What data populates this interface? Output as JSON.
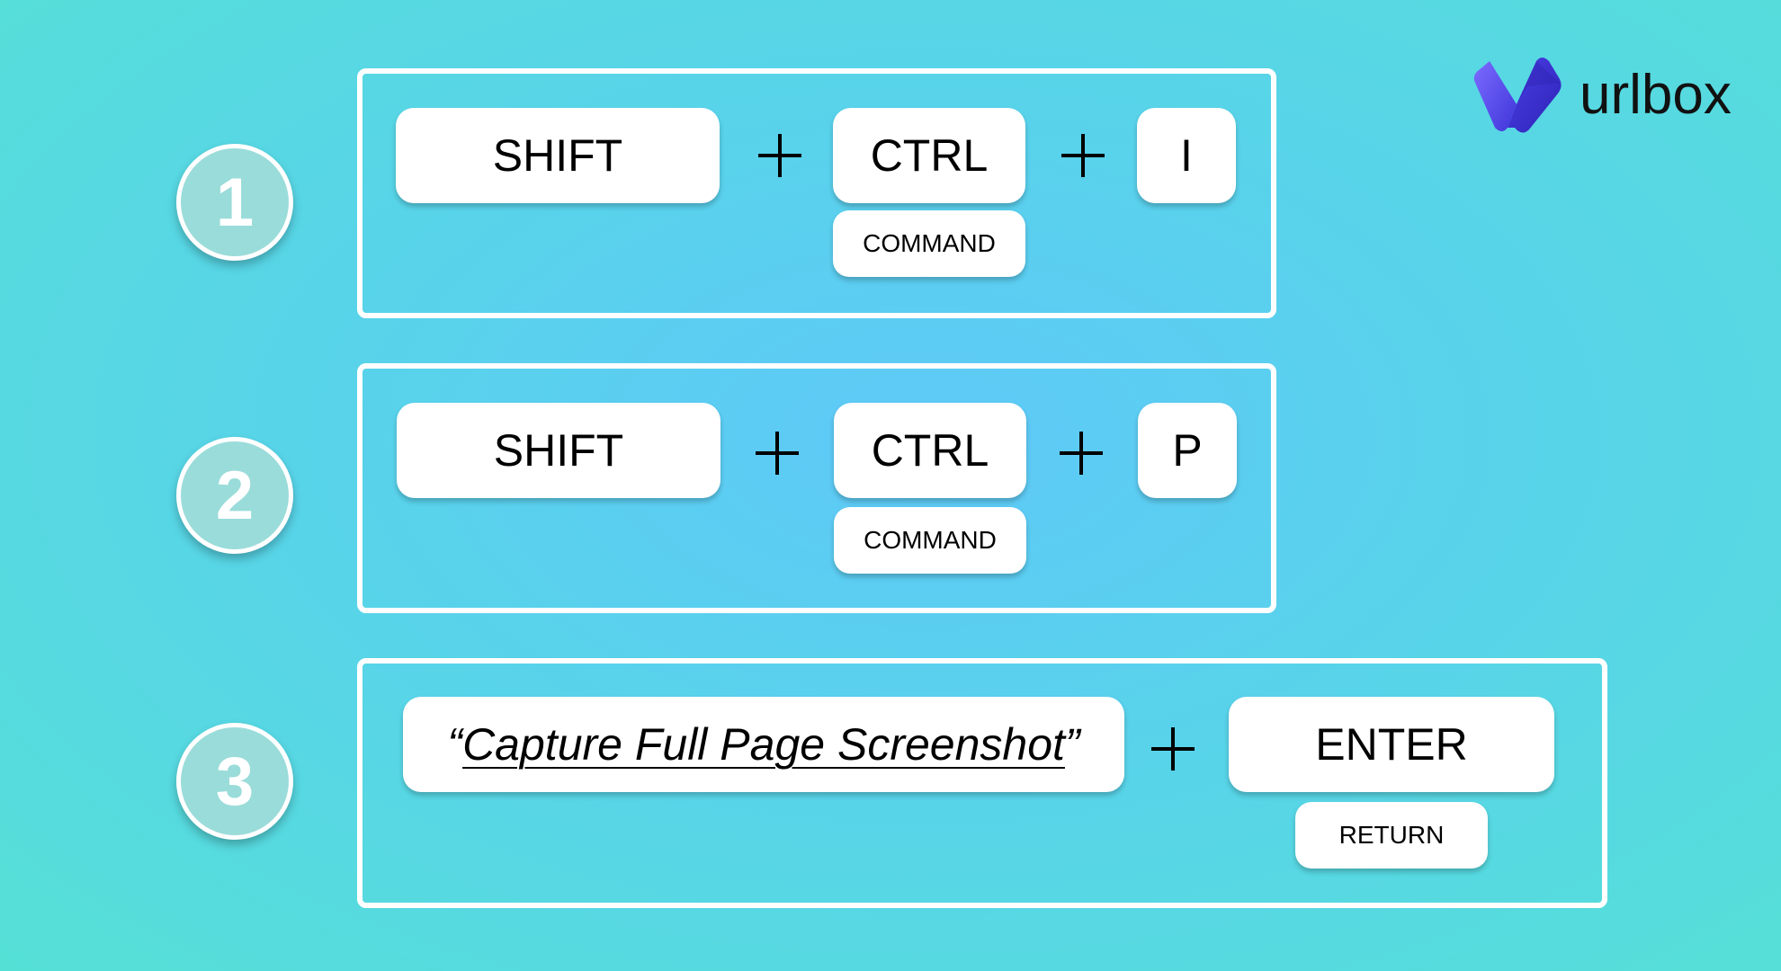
{
  "brand": {
    "name": "urlbox",
    "icon": "urlbox-logo-icon"
  },
  "steps": [
    {
      "number": "1",
      "key1": "SHIFT",
      "key2": "CTRL",
      "key2_alt": "COMMAND",
      "key3": "I"
    },
    {
      "number": "2",
      "key1": "SHIFT",
      "key2": "CTRL",
      "key2_alt": "COMMAND",
      "key3": "P"
    },
    {
      "number": "3",
      "quote_open": "“",
      "phrase": "Capture Full Page Screenshot",
      "quote_close": "”",
      "key": "ENTER",
      "key_alt": "RETURN"
    }
  ],
  "colors": {
    "badge": "#9adcd9",
    "background": "#5fc9f8",
    "logo": "#5b4df0"
  }
}
